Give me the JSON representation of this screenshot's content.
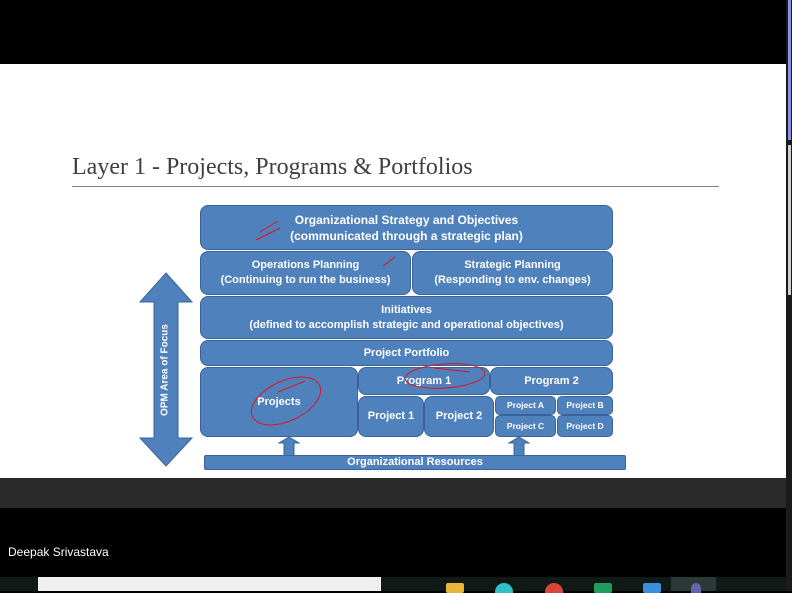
{
  "slide": {
    "title": "Layer 1 - Projects, Programs & Portfolios",
    "diagram": {
      "strategy": {
        "line1": "Organizational Strategy and Objectives",
        "line2": "(communicated through a strategic plan)"
      },
      "operations": {
        "line1": "Operations Planning",
        "line2": "(Continuing to run the business)"
      },
      "strategic": {
        "line1": "Strategic Planning",
        "line2": "(Responding to env. changes)"
      },
      "initiatives": {
        "line1": "Initiatives",
        "line2": "(defined to accomplish strategic and operational objectives)"
      },
      "portfolio": "Project Portfolio",
      "projects": "Projects",
      "program1": "Program 1",
      "program2": "Program 2",
      "project1": "Project 1",
      "project2": "Project 2",
      "projectA": "Project A",
      "projectB": "Project B",
      "projectC": "Project C",
      "projectD": "Project D",
      "resources": "Organizational Resources",
      "side_label": "OPM Area of Focus"
    },
    "colors": {
      "box": "#4f81bd",
      "ink": "#e0141e"
    }
  },
  "participant": {
    "name": "Deepak Srivastava"
  },
  "taskbar": {
    "icons": [
      "file-explorer-icon",
      "edge-icon",
      "chrome-icon",
      "excel-icon",
      "mail-icon",
      "teams-icon"
    ]
  }
}
